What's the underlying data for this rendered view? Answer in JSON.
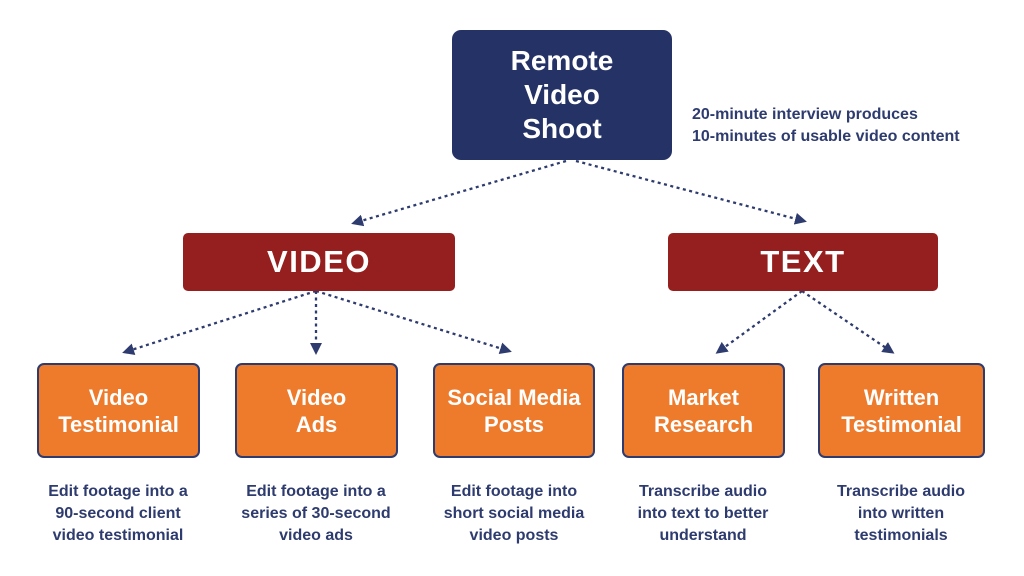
{
  "root": {
    "label": "Remote\nVideo\nShoot"
  },
  "annotation": "20-minute interview produces\n10-minutes of usable video content",
  "branches": [
    {
      "label": "VIDEO"
    },
    {
      "label": "TEXT"
    }
  ],
  "leaves": [
    {
      "label": "Video\nTestimonial",
      "description": "Edit footage into a\n90-second client\nvideo testimonial"
    },
    {
      "label": "Video\nAds",
      "description": "Edit footage into a\nseries of 30-second\nvideo ads"
    },
    {
      "label": "Social Media\nPosts",
      "description": "Edit footage into\nshort social media\nvideo posts"
    },
    {
      "label": "Market\nResearch",
      "description": "Transcribe audio\ninto text to better\nunderstand"
    },
    {
      "label": "Written\nTestimonial",
      "description": "Transcribe audio\ninto written\ntestimonials"
    }
  ],
  "colors": {
    "navy": "#253266",
    "red": "#951e1e",
    "orange": "#ee7b2c",
    "arrow_and_text": "#2e3b6e",
    "background": "#ffffff",
    "node_text": "#ffffff"
  }
}
